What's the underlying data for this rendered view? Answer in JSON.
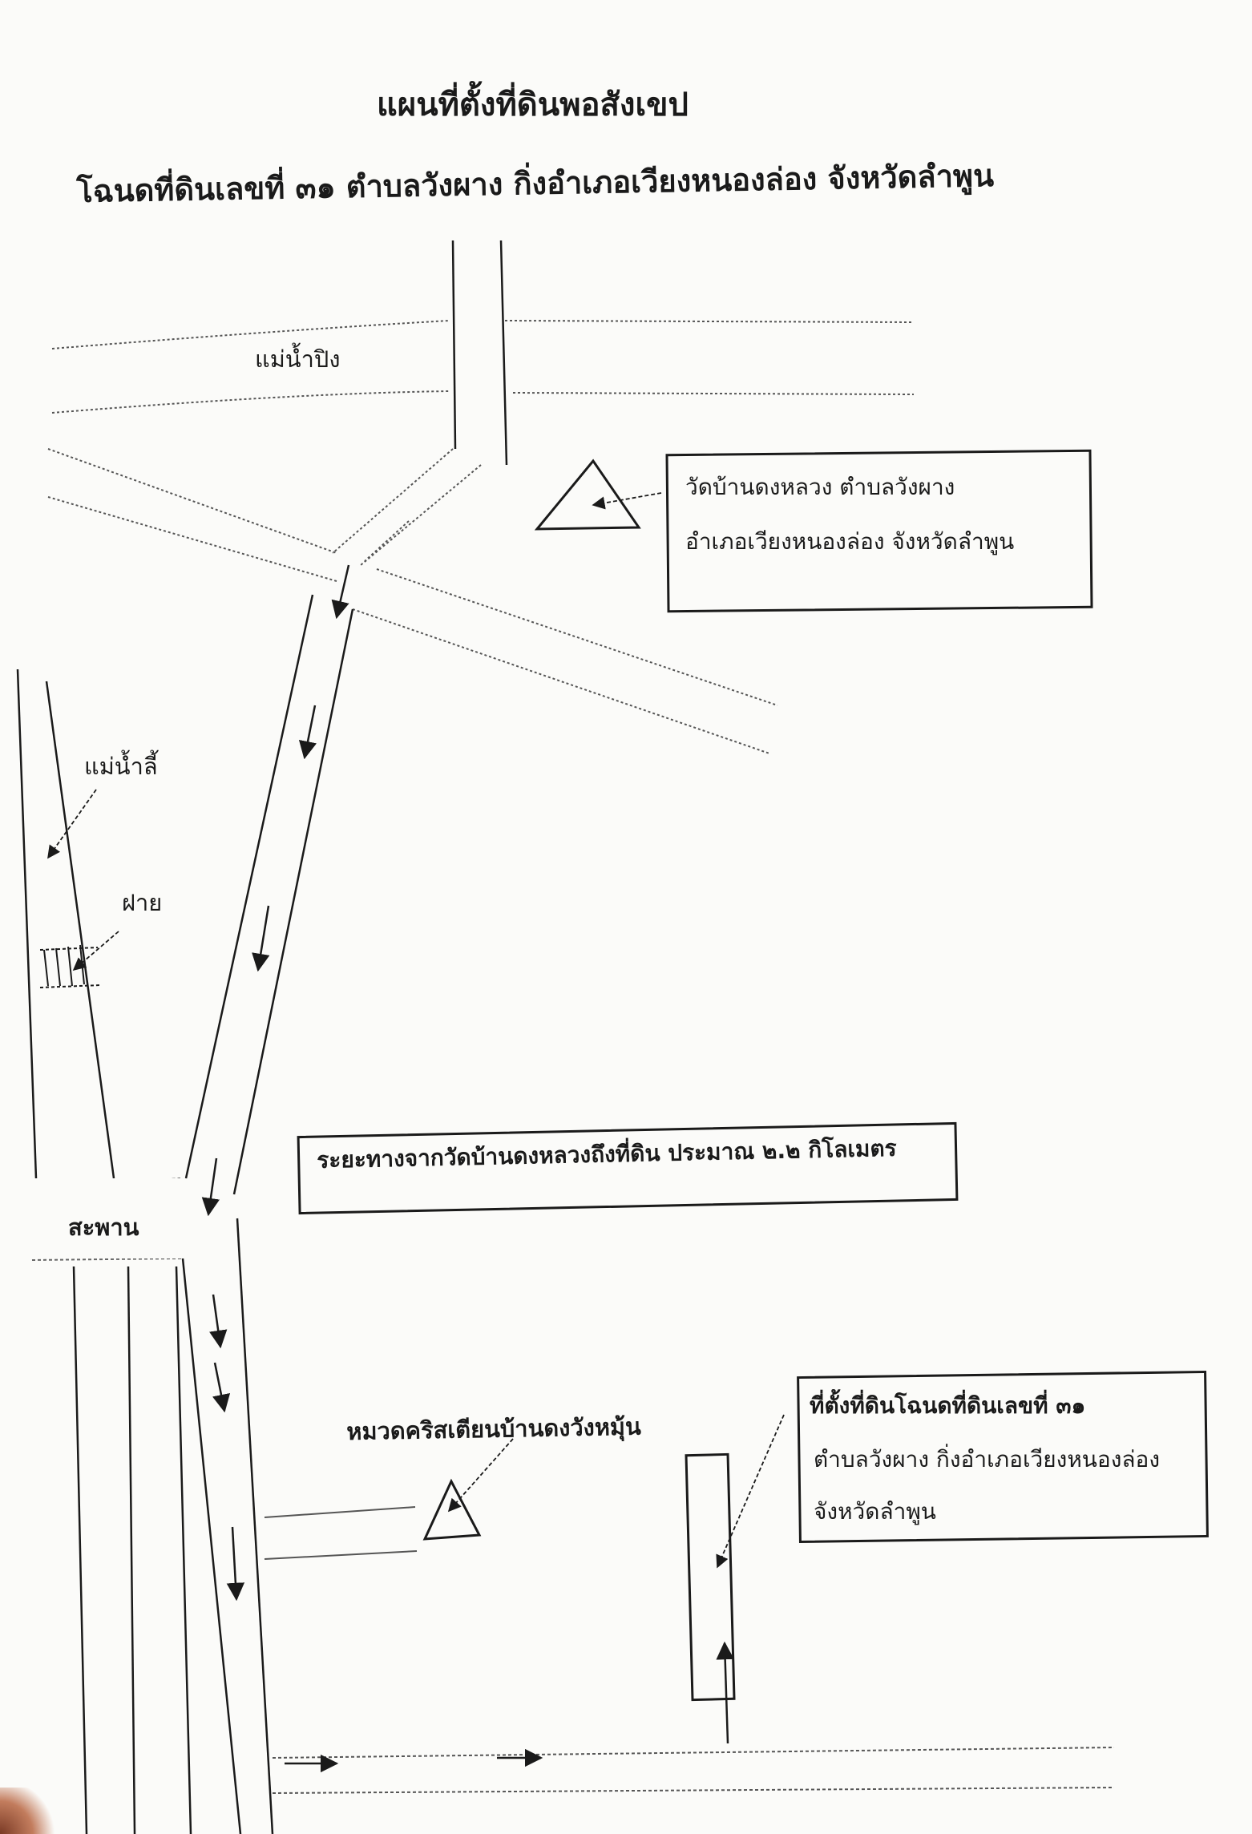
{
  "map": {
    "title": "แผนที่ตั้งที่ดินพอสังเขป",
    "subtitle": "โฉนดที่ดินเลขที่ ๓๑ ตำบลวังผาง กิ่งอำเภอเวียงหนองล่อง จังหวัดลำพูน",
    "labels": {
      "ping_river": "แม่น้ำปิง",
      "li_river": "แม่น้ำลี้",
      "weir": "ฝาย",
      "bridge": "สะพาน",
      "cemetery": "หมวดคริสเตียนบ้านดงวังหมุ้น"
    },
    "temple_box": {
      "line1": "วัดบ้านดงหลวง  ตำบลวังผาง",
      "line2": "อำเภอเวียงหนองล่อง จังหวัดลำพูน"
    },
    "distance_box": {
      "text": "ระยะทางจากวัดบ้านดงหลวงถึงที่ดิน ประมาณ ๒.๒ กิโลเมตร"
    },
    "land_box": {
      "line1": "ที่ตั้งที่ดินโฉนดที่ดินเลขที่ ๓๑",
      "line2": "ตำบลวังผาง กิ่งอำเภอเวียงหนองล่อง",
      "line3": "จังหวัดลำพูน"
    },
    "colors": {
      "ink": "#1a1a1a",
      "paper": "#fbfbf9"
    }
  }
}
